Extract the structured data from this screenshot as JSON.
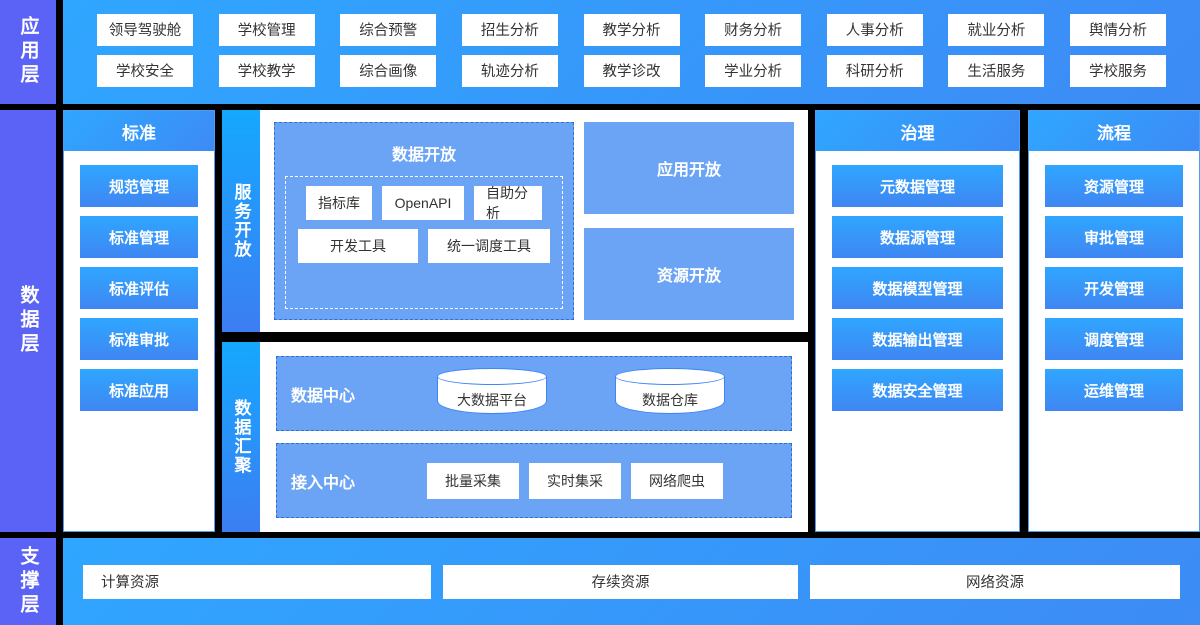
{
  "layers": {
    "application": "应用层",
    "data": "数据层",
    "support": "支撑层"
  },
  "application_layer": {
    "row1": [
      "领导驾驶舱",
      "学校管理",
      "综合预警",
      "招生分析",
      "教学分析",
      "财务分析",
      "人事分析",
      "就业分析",
      "舆情分析"
    ],
    "row2": [
      "学校安全",
      "学校教学",
      "综合画像",
      "轨迹分析",
      "教学诊改",
      "学业分析",
      "科研分析",
      "生活服务",
      "学校服务"
    ]
  },
  "standard_column": {
    "title": "标准",
    "items": [
      "规范管理",
      "标准管理",
      "标准评估",
      "标准审批",
      "标准应用"
    ]
  },
  "service_open": {
    "strip_label": "服务开放",
    "data_open": {
      "title": "数据开放",
      "row1": [
        "指标库",
        "OpenAPI",
        "自助分析"
      ],
      "row2": [
        "开发工具",
        "统一调度工具"
      ]
    },
    "cards": [
      "应用开放",
      "资源开放"
    ]
  },
  "data_aggregation": {
    "strip_label": "数据汇聚",
    "data_center": {
      "label": "数据中心",
      "cylinders": [
        "大数据平台",
        "数据仓库"
      ]
    },
    "access_center": {
      "label": "接入中心",
      "items": [
        "批量采集",
        "实时集采",
        "网络爬虫"
      ]
    }
  },
  "governance_column": {
    "title": "治理",
    "items": [
      "元数据管理",
      "数据源管理",
      "数据模型管理",
      "数据输出管理",
      "数据安全管理"
    ]
  },
  "process_column": {
    "title": "流程",
    "items": [
      "资源管理",
      "审批管理",
      "开发管理",
      "调度管理",
      "运维管理"
    ]
  },
  "support_layer": {
    "items": [
      "计算资源",
      "存续资源",
      "网络资源"
    ]
  },
  "colors": {
    "sidebar_purple": "#5b63f7",
    "accent_blue": "#2fa6ff",
    "deep_blue": "#3d8bf5",
    "panel_blue": "#6ba4f5",
    "white": "#ffffff",
    "divider_black": "#000000"
  }
}
